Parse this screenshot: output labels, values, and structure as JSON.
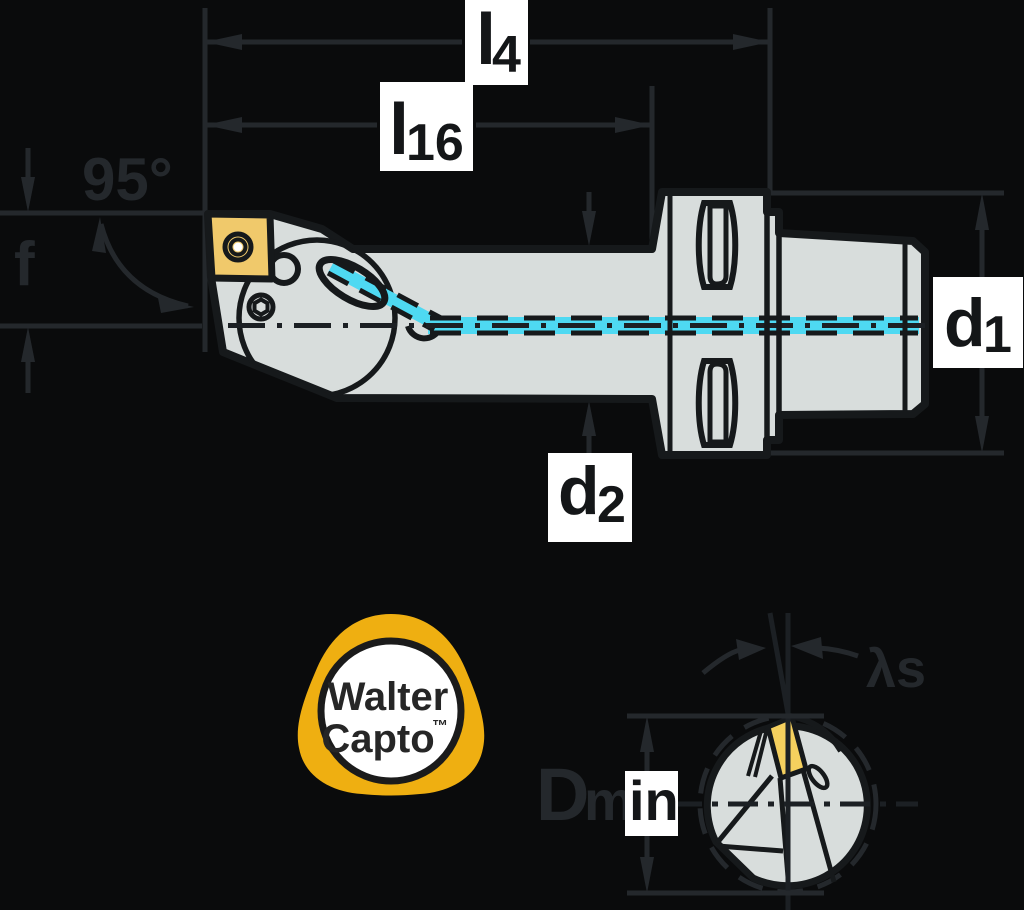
{
  "diagram": {
    "kind": "tool-holder-technical-drawing",
    "labels": {
      "l4": {
        "base": "l",
        "sub": "4"
      },
      "l16": {
        "base": "l",
        "sub": "16"
      },
      "f": "f",
      "angle": "95°",
      "d2": {
        "base": "d",
        "sub": "2"
      },
      "d1": {
        "base": "d",
        "sub": "1"
      },
      "lambda_s": "λs",
      "dmin": {
        "base": "D",
        "sub_outside": "m",
        "sub_boxed": "in"
      }
    },
    "logo": {
      "line1": "Walter",
      "line2": "Capto",
      "trademark": "™"
    },
    "colors": {
      "bg": "#0a0b0c",
      "ann": "#24282c",
      "ink": "#16191b",
      "mid": "#1c2024",
      "body": "#d8dddc",
      "insert": "#f0c96b",
      "insertBright": "#f5d05e",
      "coolant": "#4ed9f2",
      "logoYellow": "#efaf11",
      "paper": "#ffffff",
      "boxink": "#141618"
    }
  }
}
